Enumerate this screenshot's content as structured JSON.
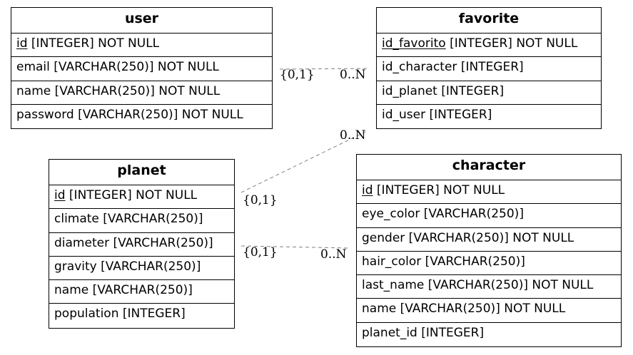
{
  "entities": {
    "user": {
      "title": "user",
      "fields": [
        {
          "key": "id",
          "rest": " [INTEGER] NOT NULL"
        },
        {
          "key": "",
          "rest": "email [VARCHAR(250)] NOT NULL"
        },
        {
          "key": "",
          "rest": "name [VARCHAR(250)] NOT NULL"
        },
        {
          "key": "",
          "rest": "password [VARCHAR(250)] NOT NULL"
        }
      ]
    },
    "favorite": {
      "title": "favorite",
      "fields": [
        {
          "key": "id_favorito",
          "rest": " [INTEGER] NOT NULL"
        },
        {
          "key": "",
          "rest": "id_character [INTEGER]"
        },
        {
          "key": "",
          "rest": "id_planet [INTEGER]"
        },
        {
          "key": "",
          "rest": "id_user [INTEGER]"
        }
      ]
    },
    "planet": {
      "title": "planet",
      "fields": [
        {
          "key": "id",
          "rest": " [INTEGER] NOT NULL"
        },
        {
          "key": "",
          "rest": "climate [VARCHAR(250)]"
        },
        {
          "key": "",
          "rest": "diameter [VARCHAR(250)]"
        },
        {
          "key": "",
          "rest": "gravity [VARCHAR(250)]"
        },
        {
          "key": "",
          "rest": "name [VARCHAR(250)]"
        },
        {
          "key": "",
          "rest": "population [INTEGER]"
        }
      ]
    },
    "character": {
      "title": "character",
      "fields": [
        {
          "key": "id",
          "rest": " [INTEGER] NOT NULL"
        },
        {
          "key": "",
          "rest": "eye_color [VARCHAR(250)]"
        },
        {
          "key": "",
          "rest": "gender [VARCHAR(250)] NOT NULL"
        },
        {
          "key": "",
          "rest": "hair_color [VARCHAR(250)]"
        },
        {
          "key": "",
          "rest": "last_name [VARCHAR(250)] NOT NULL"
        },
        {
          "key": "",
          "rest": "name [VARCHAR(250)] NOT NULL"
        },
        {
          "key": "",
          "rest": "planet_id [INTEGER]"
        }
      ]
    }
  },
  "relations": [
    {
      "from": "user",
      "to": "favorite",
      "from_card": "{0,1}",
      "to_card": "0..N"
    },
    {
      "from": "planet",
      "to": "favorite",
      "from_card": "{0,1}",
      "to_card": "0..N"
    },
    {
      "from": "planet",
      "to": "character",
      "from_card": "{0,1}",
      "to_card": "0..N"
    }
  ],
  "colors": {
    "line": "#808080",
    "border": "#000000"
  }
}
